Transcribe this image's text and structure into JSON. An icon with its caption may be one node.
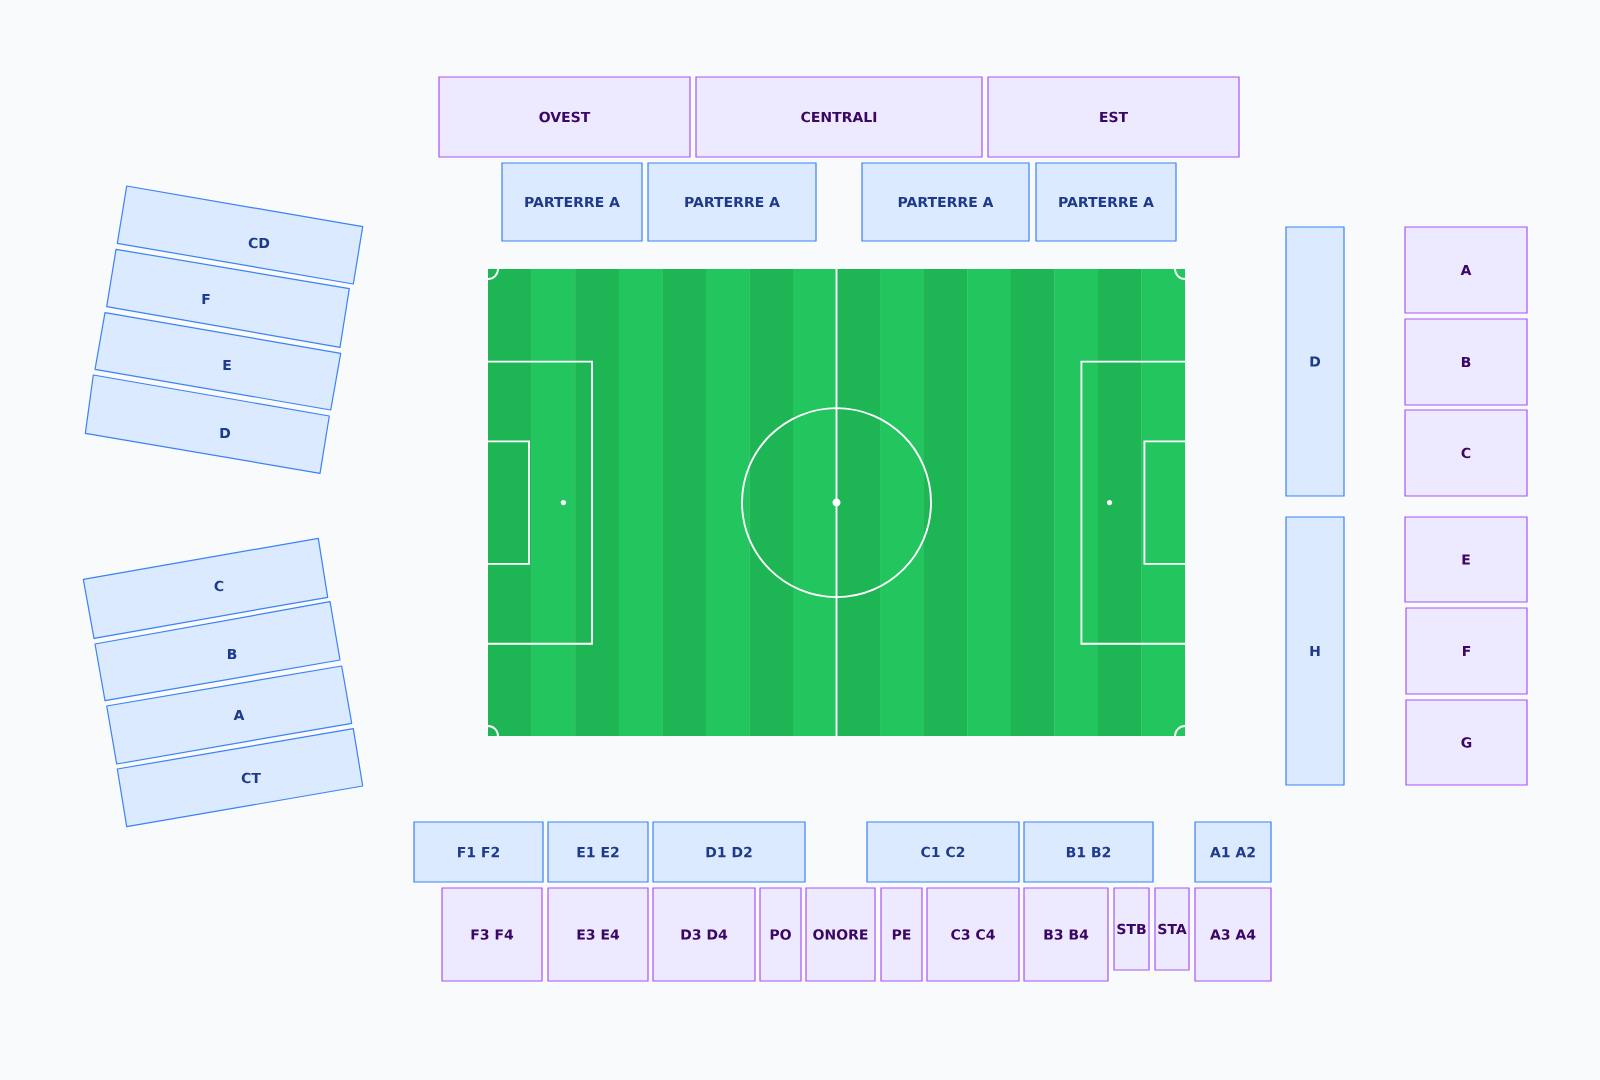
{
  "diagram": {
    "nodes": [
      {
        "text": [
          "OVEST"
        ]
      },
      {
        "text": [
          "CENTRALI"
        ]
      },
      {
        "text": [
          "EST"
        ]
      },
      {
        "text": [
          "PARTERRE A"
        ]
      },
      {
        "text": [
          "PARTERRE A"
        ]
      },
      {
        "text": [
          "PARTERRE A"
        ]
      },
      {
        "text": [
          "PARTERRE A"
        ]
      },
      {
        "text": [
          "CD"
        ]
      },
      {
        "text": [
          "F"
        ]
      },
      {
        "text": [
          "E"
        ]
      },
      {
        "text": [
          "D"
        ]
      },
      {
        "text": [
          "C"
        ]
      },
      {
        "text": [
          "B"
        ]
      },
      {
        "text": [
          "A"
        ]
      },
      {
        "text": [
          "CT"
        ]
      },
      {
        "text": [
          "D"
        ]
      },
      {
        "text": [
          "H"
        ]
      },
      {
        "text": [
          "A"
        ]
      },
      {
        "text": [
          "B"
        ]
      },
      {
        "text": [
          "C"
        ]
      },
      {
        "text": [
          "E"
        ]
      },
      {
        "text": [
          "F"
        ]
      },
      {
        "text": [
          "G"
        ]
      },
      {
        "text": [
          "F1 F2"
        ]
      },
      {
        "text": [
          "E1 E2"
        ]
      },
      {
        "text": [
          "D1 D2"
        ]
      },
      {
        "text": [
          "C1 C2"
        ]
      },
      {
        "text": [
          "B1 B2"
        ]
      },
      {
        "text": [
          "A1 A2"
        ]
      },
      {
        "text": [
          "F3 F4"
        ]
      },
      {
        "text": [
          "E3 E4"
        ]
      },
      {
        "text": [
          "D3 D4"
        ]
      },
      {
        "text": [
          "PO"
        ]
      },
      {
        "text": [
          "ONORE"
        ]
      },
      {
        "text": [
          "PE"
        ]
      },
      {
        "text": [
          "C3 C4"
        ]
      },
      {
        "text": [
          "B3 B4"
        ]
      },
      {
        "text": [
          "STB"
        ]
      },
      {
        "text": [
          "STA"
        ]
      },
      {
        "text": [
          "A3 A4"
        ]
      }
    ]
  }
}
